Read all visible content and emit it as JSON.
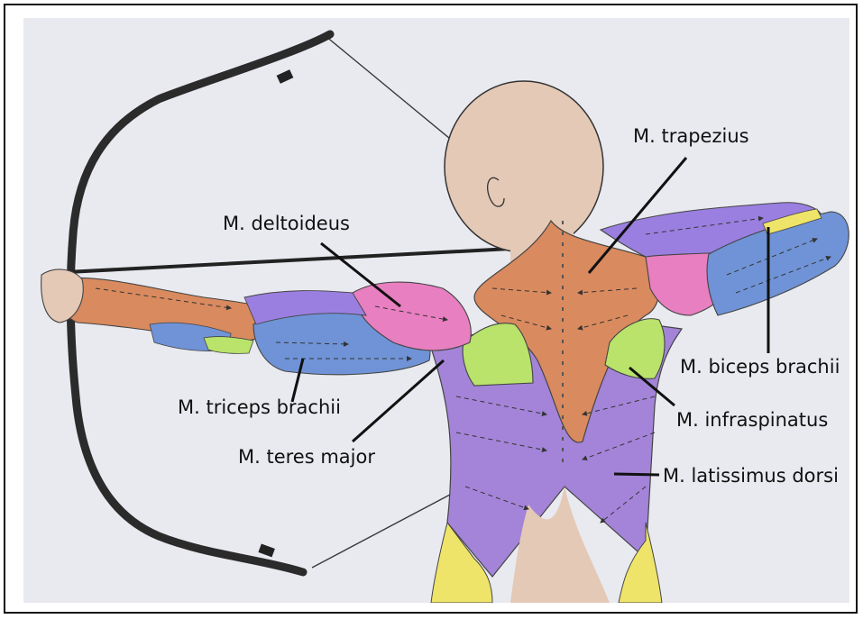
{
  "colors": {
    "paper": "#e9eaf0",
    "skin": "#e4c9b6",
    "trapezius": "#d98a5e",
    "deltoid": "#e87fc0",
    "triceps": "#6f93d6",
    "latissimus": "#a384d8",
    "infraspinatus": "#b9e36b",
    "biceps": "#6f93d6",
    "arm_purple": "#9b7fe0",
    "yellow": "#efe46a",
    "bow": "#2b2b2b",
    "ink": "#111111"
  },
  "labels": {
    "trapezius": "M. trapezius",
    "deltoideus": "M. deltoideus",
    "biceps": "M. biceps brachii",
    "triceps": "M. triceps brachii",
    "infraspinatus": "M. infraspinatus",
    "teres": "M. teres major",
    "latissimus": "M. latissimus dorsi"
  }
}
